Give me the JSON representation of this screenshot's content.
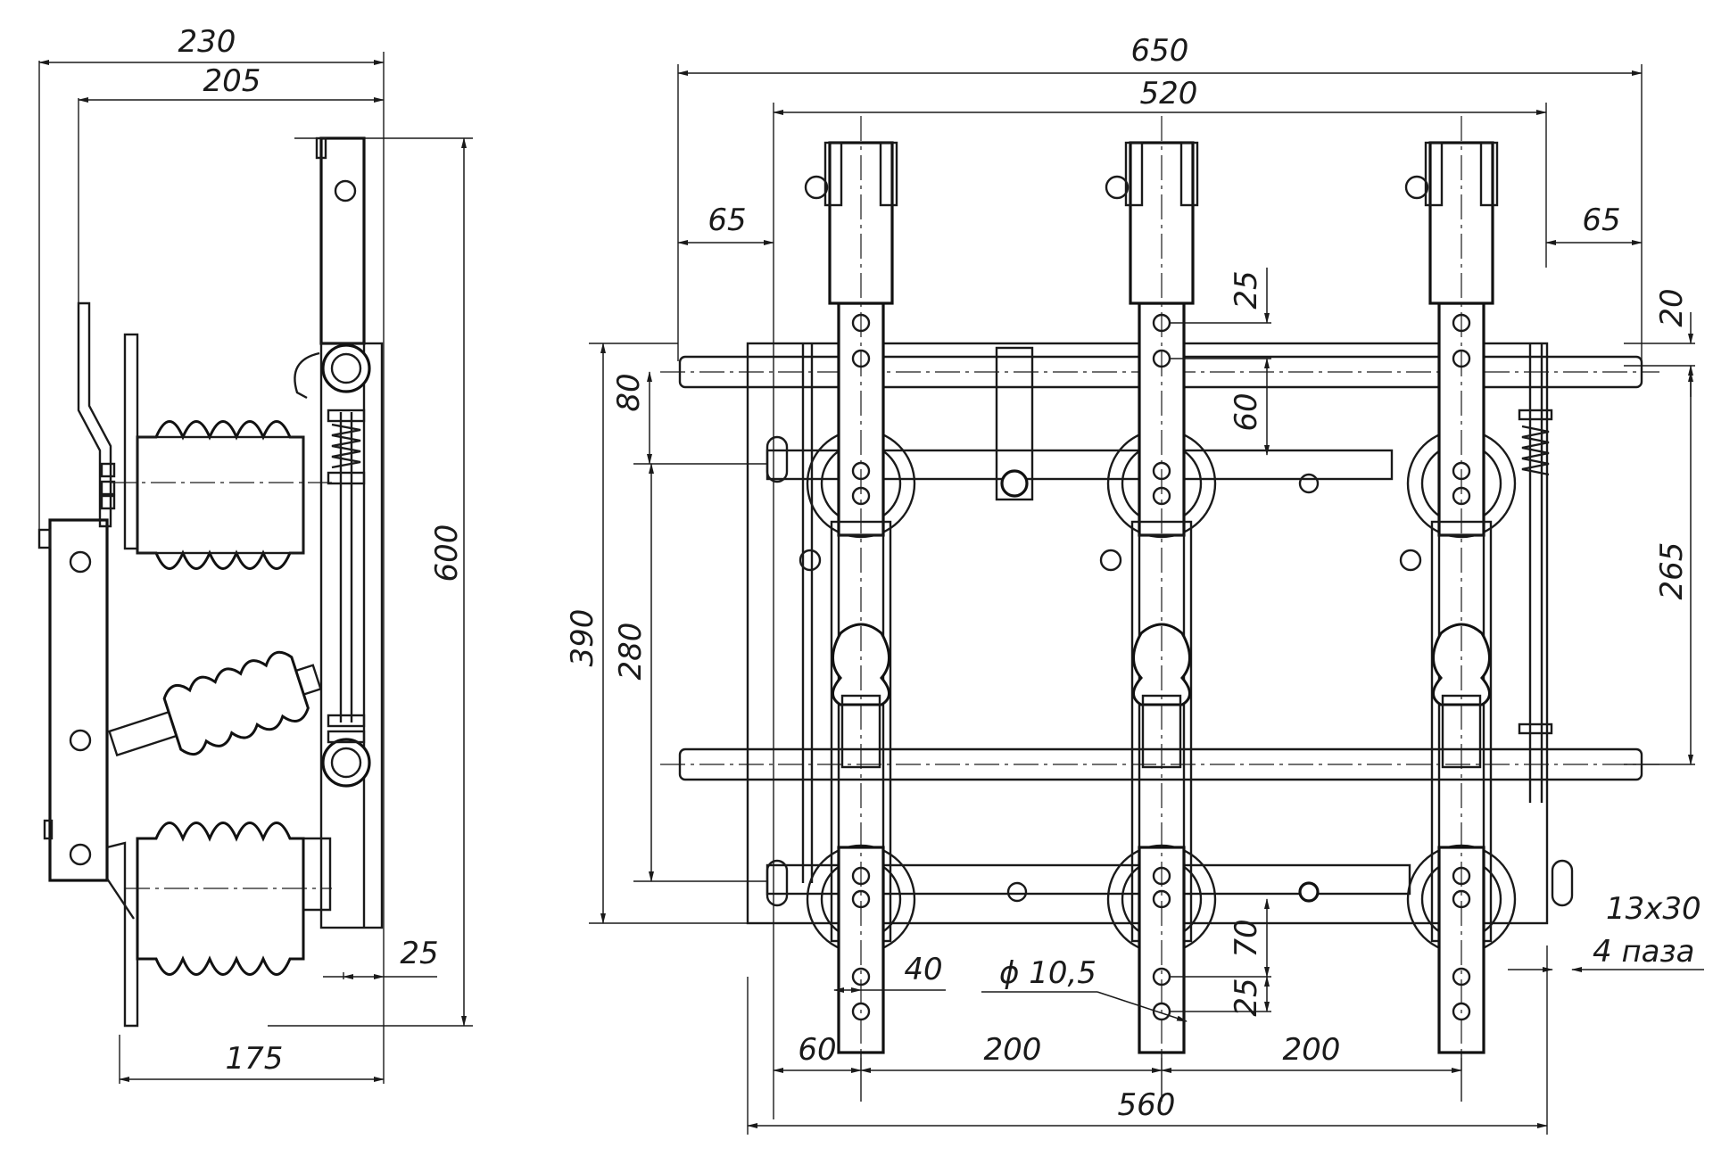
{
  "side_view": {
    "dims": {
      "overall_width": "230",
      "inner_width": "205",
      "height": "600",
      "offset": "25",
      "base": "175"
    }
  },
  "front_view": {
    "dims": {
      "overall_width": "650",
      "inner_width": "520",
      "left_margin": "65",
      "right_margin": "65",
      "top_gap": "20",
      "hole_spacing_upper": "25",
      "hole_to_axis": "60",
      "axis_to_bar": "80",
      "bar_spacing": "280",
      "mount_height": "390",
      "right_span": "265",
      "slot_size": "13х30",
      "slot_count": "4 паза",
      "hole_dia": "ϕ 10,5",
      "hole_offset_low": "70",
      "hole_spacing_lower": "25",
      "hole_edge": "40",
      "left_offset": "60",
      "pole_pitch_1": "200",
      "pole_pitch_2": "200",
      "base_width": "560"
    }
  }
}
